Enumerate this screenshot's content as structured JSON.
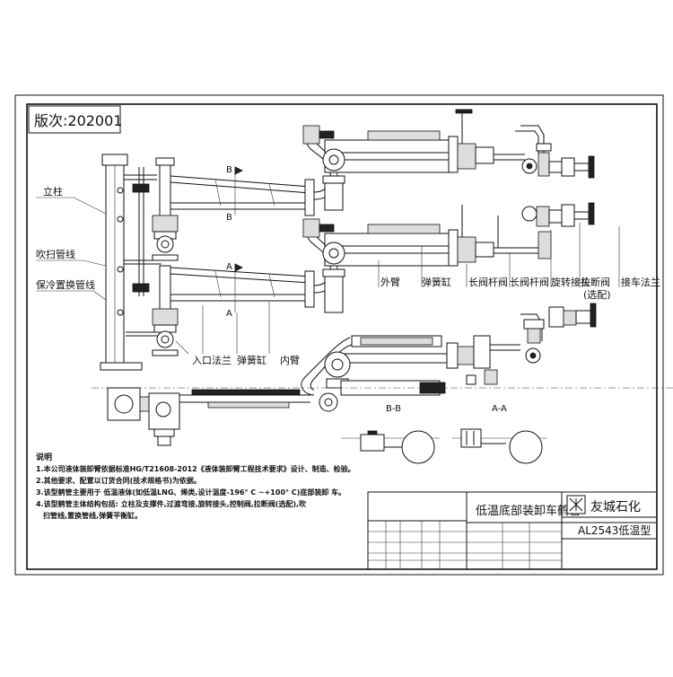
{
  "version_box": {
    "text": "版次:202001"
  },
  "section_labels": {
    "bb_top": "B",
    "bb_bottom": "B",
    "aa_top": "A",
    "aa_bottom": "A"
  },
  "callouts": {
    "column": "立柱",
    "purge_line": "吹扫管线",
    "cold_line": "保冷置换管线",
    "inlet_flange": "入口法兰",
    "spring_cyl_lower": "弹簧缸",
    "inner_arm": "内臂",
    "outer_arm": "外臂",
    "spring_cyl_upper": "弹簧缸",
    "long_valve_1": "长阀杆阀",
    "long_valve_2": "长阀杆阀",
    "swivel": "旋转接头",
    "breakaway": "拉断阀",
    "breakaway_note": "(选配)",
    "truck_flange": "接车法兰"
  },
  "section_views": {
    "bb": "B-B",
    "aa": "A-A"
  },
  "notes": {
    "heading": "说明",
    "line1": "1.本公司液体装卸臂依据标准HG/T21608-2012《液体装卸臂工程技术要求》设计、制造、检验。",
    "line2": "2.其他要求、配置以订货合同(技术规格书)为依据。",
    "line3": "3.该型鹤管主要用于 低温液体(如低温LNG、烯类,设计温度-196° C ~+100° C)底部装卸 车。",
    "line4": "4.该型鹤管主体结构包括: 立柱及支撑件,过渡弯接,旋转接头,控制阀,拉断阀(选配),吹",
    "line5": "扫管线,置换管线,弹簧平衡缸。"
  },
  "title_block": {
    "drawing_title": "低温底部装卸车鹤管",
    "company": "友城石化",
    "model": "AL2543低温型"
  }
}
